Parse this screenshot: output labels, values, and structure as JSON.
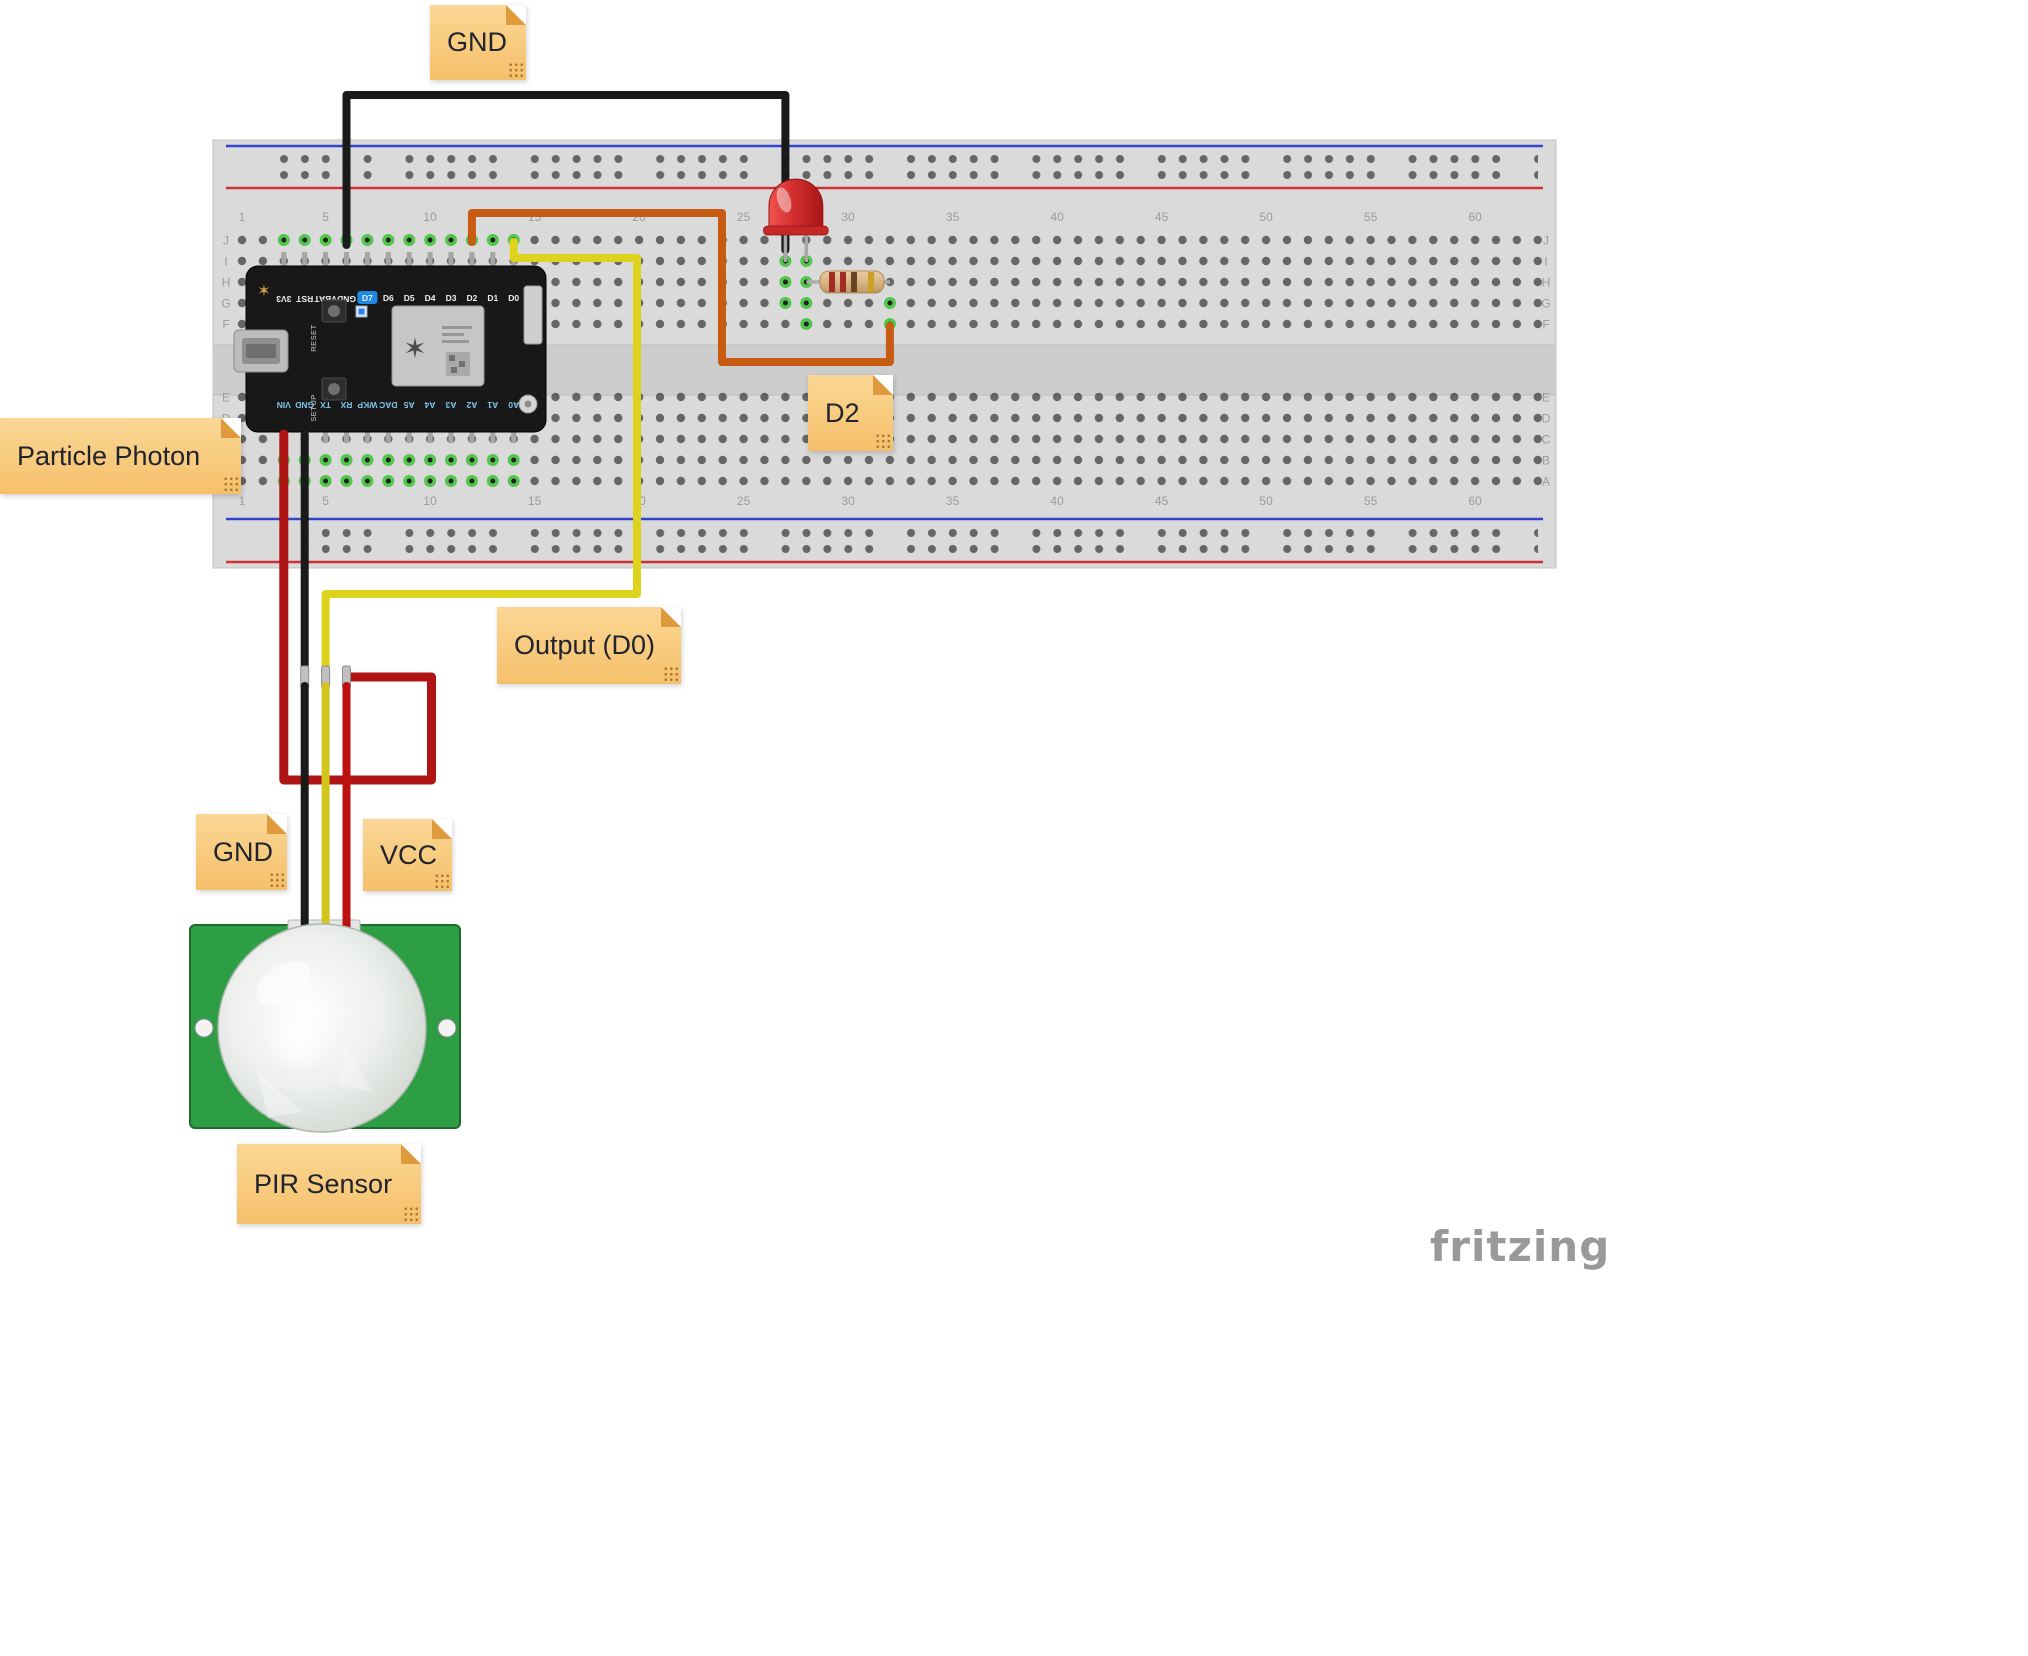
{
  "notes": {
    "gnd_top": "GND",
    "particle_photon": "Particle Photon",
    "d2": "D2",
    "output_d0": "Output (D0)",
    "gnd_pir": "GND",
    "vcc": "VCC",
    "pir_sensor": "PIR Sensor"
  },
  "watermark": "fritzing",
  "breadboard": {
    "column_numbers": [
      "1",
      "5",
      "10",
      "15",
      "20",
      "25",
      "30",
      "35",
      "40",
      "45",
      "50",
      "55",
      "60"
    ],
    "row_letters": [
      "J",
      "I",
      "H",
      "G",
      "F",
      "E",
      "D",
      "C",
      "B",
      "A"
    ]
  },
  "photon": {
    "top_pins": [
      "3V3",
      "RST",
      "VBAT",
      "GND",
      "D7",
      "D6",
      "D5",
      "D4",
      "D3",
      "D2",
      "D1",
      "D0"
    ],
    "bottom_pins": [
      "VIN",
      "GND",
      "TX",
      "RX",
      "WKP",
      "DAC",
      "A5",
      "A4",
      "A3",
      "A2",
      "A1",
      "A0"
    ],
    "reset_label": "RESET",
    "setup_label": "SETUP"
  },
  "wires": {
    "gnd_top_color": "#1a1a1a",
    "d2_color": "#c75b12",
    "output_color": "#ded31c",
    "gnd_pir_color": "#1a1a1a",
    "vcc_color": "#b01515",
    "pigtail_out_color": "#d4c41e",
    "pigtail_vcc_color": "#bb1111"
  }
}
